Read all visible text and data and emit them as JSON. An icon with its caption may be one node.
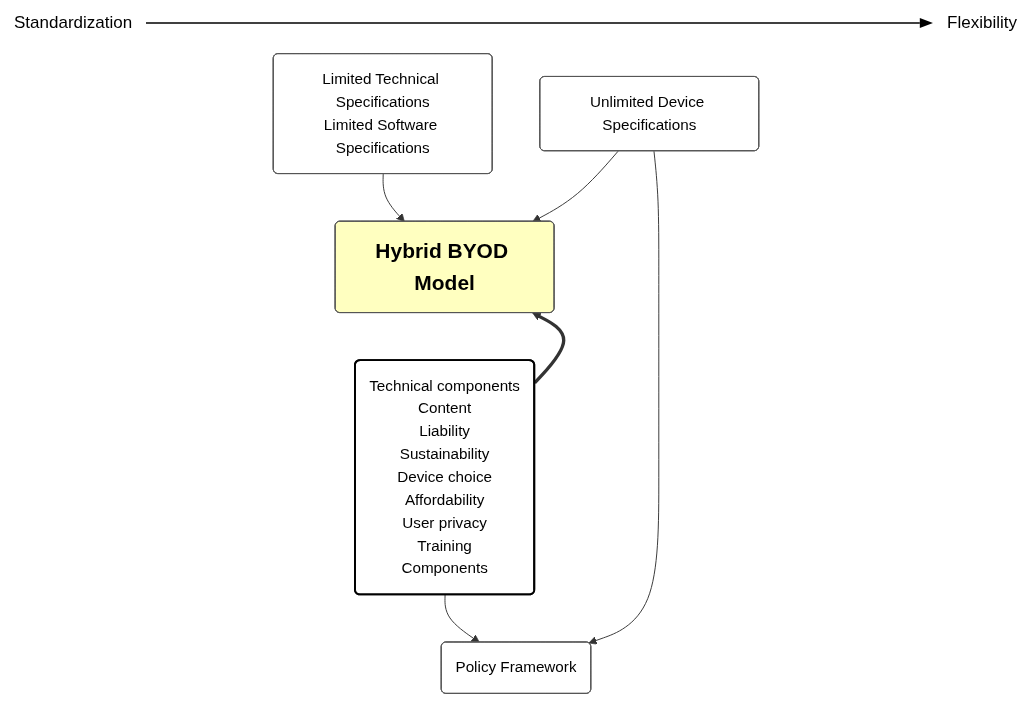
{
  "diagram": {
    "nodes": [
      {
        "text": [
          "Limited Technical Specifications",
          "Limited Software Specifications"
        ]
      },
      {
        "text": [
          "Unlimited Device Specifications"
        ]
      },
      {
        "text": [
          "Hybrid BYOD Model"
        ]
      },
      {
        "text": [
          "Policy Framework"
        ]
      },
      {
        "text": [
          "Technical components",
          "Content",
          "Liability",
          "Sustainability",
          "Device choice",
          "Affordability",
          "User privacy",
          "Training",
          "Components"
        ]
      }
    ],
    "edges": [
      {
        "from": 0,
        "to": 2,
        "arrow": "to"
      },
      {
        "from": 1,
        "to": 2,
        "arrow": "to"
      },
      {
        "from": 4,
        "to": 2,
        "arrow": "to",
        "style": "thick"
      },
      {
        "from": 1,
        "to": 3,
        "arrow": "to"
      },
      {
        "from": 4,
        "to": 3,
        "arrow": "to"
      }
    ],
    "labels": [
      "Standardization",
      "Flexibility"
    ]
  }
}
